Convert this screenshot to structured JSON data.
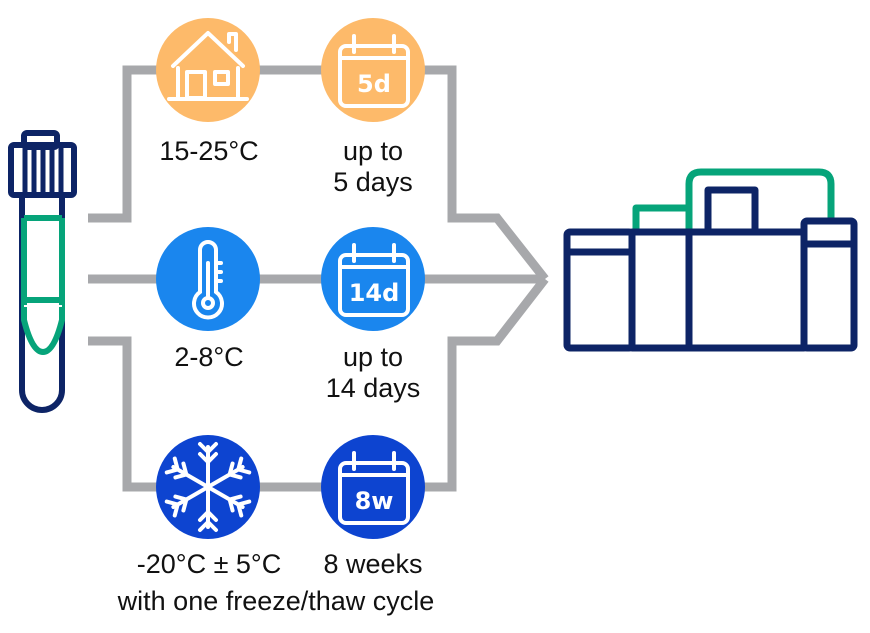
{
  "colors": {
    "connector": "#A7A8AB",
    "room_temp": "#FDBA6A",
    "fridge": "#1A86EE",
    "freezer": "#0D44D0",
    "navy": "#0D2466",
    "green": "#06A47A"
  },
  "source": {
    "icon": "blood-collection-tube-icon"
  },
  "destination": {
    "icon": "laboratory-analyzer-icon"
  },
  "conditions": [
    {
      "id": "room-temperature",
      "storage_icon": "house-icon",
      "temperature_lines": [
        "15-25°C"
      ],
      "duration_icon": "calendar-icon",
      "duration_badge": "5d",
      "duration_lines": [
        "up to",
        "5 days"
      ]
    },
    {
      "id": "refrigerated",
      "storage_icon": "thermometer-icon",
      "temperature_lines": [
        "2-8°C"
      ],
      "duration_icon": "calendar-icon",
      "duration_badge": "14d",
      "duration_lines": [
        "up to",
        "14 days"
      ]
    },
    {
      "id": "frozen",
      "storage_icon": "snowflake-icon",
      "temperature_lines": [
        "-20°C ± 5°C"
      ],
      "duration_icon": "calendar-icon",
      "duration_badge": "8w",
      "duration_lines": [
        "8 weeks"
      ],
      "note": "with one freeze/thaw cycle"
    }
  ]
}
